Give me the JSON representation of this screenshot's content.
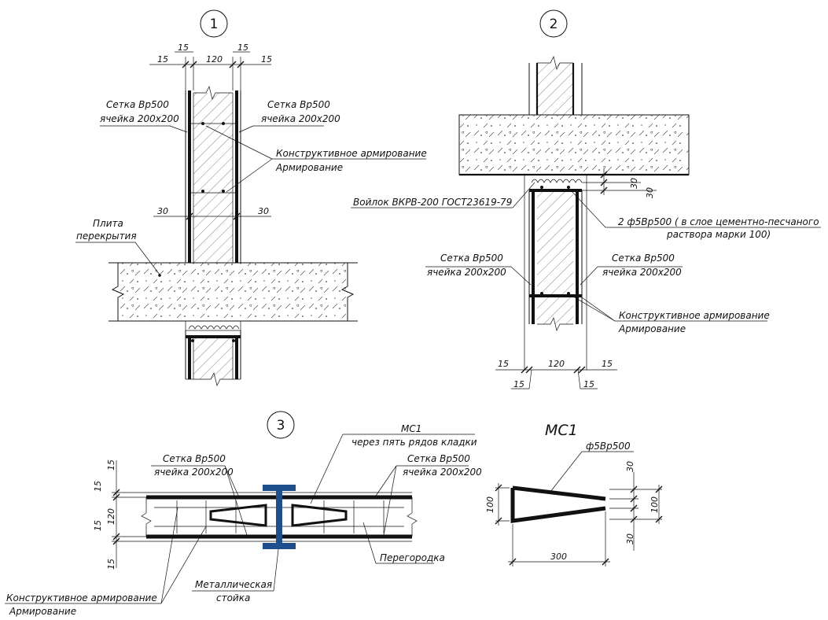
{
  "details": {
    "d1": {
      "number": "1",
      "dims_top": [
        "15",
        "15",
        "120",
        "15",
        "15"
      ],
      "dim_30_left": "30",
      "dim_30_right": "30",
      "mesh_left": [
        "Сетка Вр500",
        "ячейка 200х200"
      ],
      "mesh_right": [
        "Сетка Вр500",
        "ячейка 200х200"
      ],
      "reinforcement": [
        "Конструктивное армирование",
        "Армирование"
      ],
      "slab": [
        "Плита",
        "перекрытия"
      ]
    },
    "d2": {
      "number": "2",
      "dims_right": [
        "30",
        "30"
      ],
      "felt": "Войлок ВКРВ-200 ГОСТ23619-79",
      "rebar": [
        "2 ф5Вр500 ( в слое цементно-песчаного",
        "раствора марки 100)"
      ],
      "mesh_left": [
        "Сетка Вр500",
        "ячейка 200х200"
      ],
      "mesh_right": [
        "Сетка Вр500",
        "ячейка 200х200"
      ],
      "reinforcement": [
        "Конструктивное армирование",
        "Армирование"
      ],
      "dims_bottom": [
        "15",
        "120",
        "15",
        "15",
        "15"
      ]
    },
    "d3": {
      "number": "3",
      "mc1_note": [
        "МС1",
        "через пять рядов кладки"
      ],
      "mesh_left": [
        "Сетка Вр500",
        "ячейка 200х200"
      ],
      "mesh_right": [
        "Сетка Вр500",
        "ячейка 200х200"
      ],
      "dims_left": [
        "15",
        "15",
        "120",
        "15",
        "15"
      ],
      "partition": "Перегородка",
      "post": [
        "Металлическая",
        "стойка"
      ],
      "reinforcement": [
        "Конструктивное армирование",
        "Армирование"
      ]
    },
    "mc1": {
      "title": "МС1",
      "bar": "ф5Вр500",
      "dims_right": [
        "30",
        "100",
        "30"
      ],
      "dim_left": "100",
      "dim_bottom": "300"
    }
  },
  "colors": {
    "line": "#111111",
    "post": "#1f4e8c"
  }
}
